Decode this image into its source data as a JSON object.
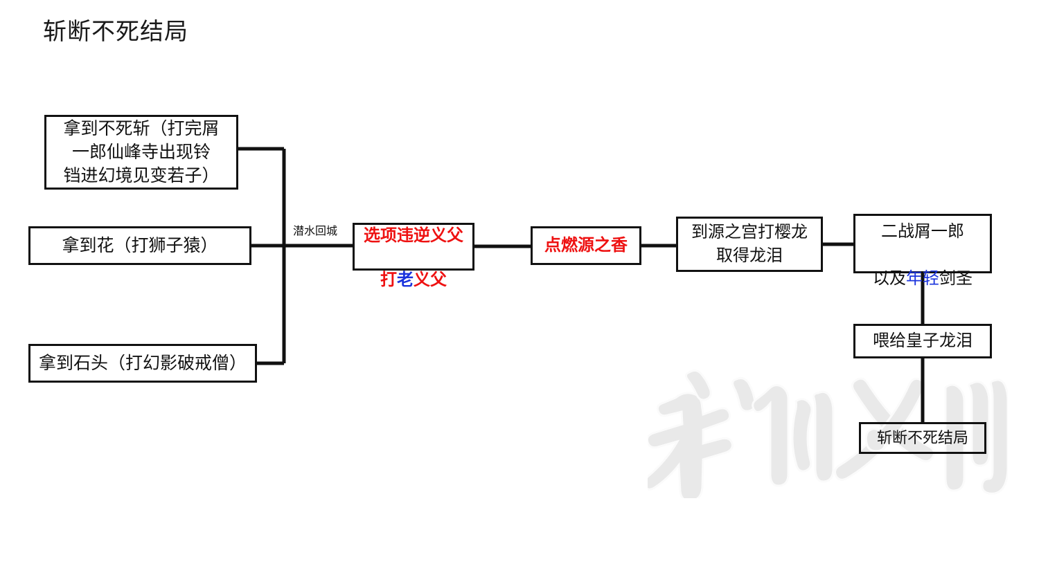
{
  "title": "斩断不死结局",
  "watermark": {
    "text": "游民网",
    "color": "#e8e8e8"
  },
  "colors": {
    "box_border": "#111111",
    "text": "#111111",
    "red": "#ee1111",
    "blue": "#1a33dd",
    "background": "#ffffff"
  },
  "nodes": {
    "undying_sword": {
      "label": "拿到不死斩（打完屑\n一郎仙峰寺出现铃\n铛进幻境见变若子）"
    },
    "flower": {
      "label": "拿到花（打狮子猿）"
    },
    "stone": {
      "label": "拿到石头（打幻影破戒僧）"
    },
    "defy_father": {
      "line1": "选项违逆义父",
      "line2_a": "打",
      "line2_b": "老",
      "line2_c": "义父"
    },
    "incense": {
      "label": "点燃源之香"
    },
    "dragon_tears": {
      "label": "到源之宫打樱龙\n取得龙泪"
    },
    "genichiro": {
      "line1": "二战屑一郎",
      "line2_a": "以及",
      "line2_b": "年轻",
      "line2_c": "剑圣"
    },
    "feed_prince": {
      "label": "喂给皇子龙泪"
    },
    "ending": {
      "label": "斩断不死结局"
    }
  },
  "edges": {
    "dive_label": "潜水回城"
  }
}
